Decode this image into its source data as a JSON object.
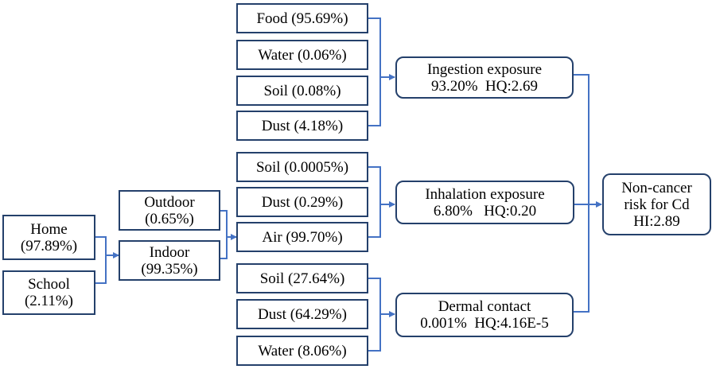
{
  "locations": [
    {
      "line1": "Home",
      "line2": "(97.89%)"
    },
    {
      "line1": "School",
      "line2": "(2.11%)"
    }
  ],
  "microenvironments": [
    {
      "line1": "Outdoor",
      "line2": "(0.65%)"
    },
    {
      "line1": "Indoor",
      "line2": "(99.35%)"
    }
  ],
  "ingestion_sources": [
    "Food (95.69%)",
    "Water (0.06%)",
    "Soil (0.08%)",
    "Dust (4.18%)"
  ],
  "inhalation_sources": [
    "Soil (0.0005%)",
    "Dust (0.29%)",
    "Air (99.70%)"
  ],
  "dermal_sources": [
    "Soil (27.64%)",
    "Dust (64.29%)",
    "Water (8.06%)"
  ],
  "pathways": {
    "ingestion": {
      "label": "Ingestion exposure",
      "detail": "93.20%  HQ:2.69"
    },
    "inhalation": {
      "label": "Inhalation exposure",
      "detail": "6.80%   HQ:0.20"
    },
    "dermal": {
      "label": "Dermal contact",
      "detail": "0.001%  HQ:4.16E-5"
    }
  },
  "result": {
    "line1": "Non-cancer",
    "line2": "risk for Cd",
    "line3": "HI:2.89"
  },
  "colors": {
    "border": "#24406b",
    "line": "#4472c4"
  }
}
